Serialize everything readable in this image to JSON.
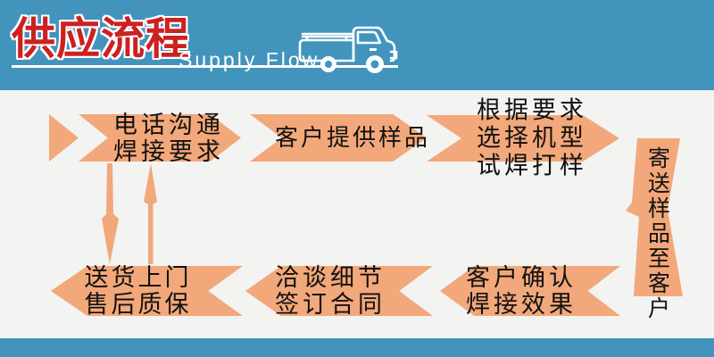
{
  "header": {
    "title": "供应流程",
    "subtitle": "Supply Flow"
  },
  "flow": {
    "top_row": [
      {
        "lines": [
          "电话沟通",
          "焊接要求"
        ]
      },
      {
        "lines": [
          "客户提供样品"
        ]
      },
      {
        "lines": [
          "根据要求",
          "选择机型",
          "试焊打样"
        ]
      }
    ],
    "right_down": {
      "text": "寄送样品至客户"
    },
    "bottom_row": [
      {
        "lines": [
          "客户确认",
          "焊接效果"
        ]
      },
      {
        "lines": [
          "洽谈细节",
          "签订合同"
        ]
      },
      {
        "lines": [
          "送货上门",
          "售后质保"
        ]
      }
    ]
  },
  "icons": {
    "truck": "delivery-truck-line-art",
    "down_arrow": "down-connector",
    "up_arrow": "up-connector"
  },
  "colors": {
    "banner_blue": "#4294bd",
    "footer_blue": "#4294bd",
    "arrow_orange": "#f2a87a",
    "title_red": "#cc2121",
    "title_outline": "#ffffff",
    "subtitle_white": "#ffffff",
    "text_black": "#111111",
    "body_bg": "#f3f3f2"
  }
}
